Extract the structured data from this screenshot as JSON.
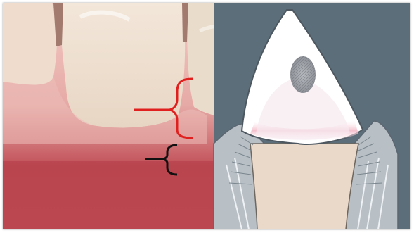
{
  "figure": {
    "kind": "clinical photograph with tooth cross-section illustration",
    "photo_icon": "gingiva-photo",
    "diagram_icon": "tooth-cross-section-diagram",
    "markers": [
      {
        "icon": "bracket-red-icon",
        "color": "#e0201e"
      },
      {
        "icon": "bracket-black-icon",
        "color": "#111111"
      }
    ],
    "colors": {
      "background": "#5b6e7a",
      "enamel": "#ffffff",
      "dentin": "#ead9c8",
      "pulp": "#9a9ea4",
      "gingiva_diagram": "#b8c0c6",
      "gum_healthy": "#e9b5b2",
      "gum_inflamed": "#b23a45"
    }
  }
}
